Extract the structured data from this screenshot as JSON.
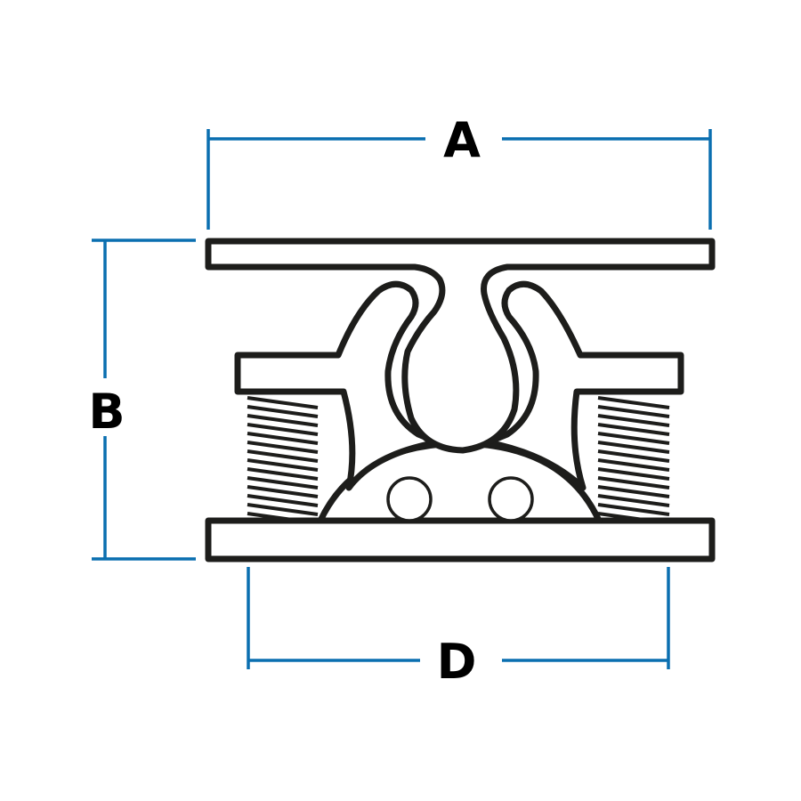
{
  "diagram": {
    "subject": "cleat",
    "dimensions": {
      "a": "A",
      "b": "B",
      "d": "D"
    },
    "colors": {
      "outline": "#1d1d1b",
      "dimension": "#0a6fb0"
    }
  }
}
